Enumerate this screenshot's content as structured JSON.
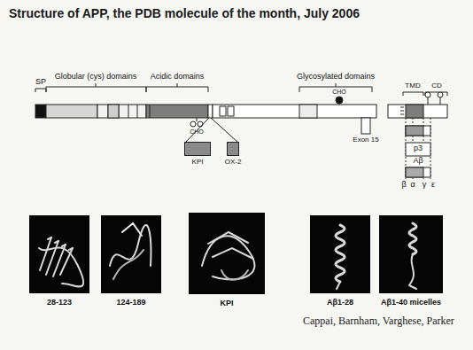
{
  "diagram": {
    "title": "Structure of APP, the PDB molecule of the month, July 2006",
    "caption": "Cappai, Barnham, Varghese, Parker",
    "nodes": [
      {
        "text": [
          "KPI"
        ]
      },
      {
        "text": [
          "OX-2"
        ]
      },
      {
        "text": [
          "28-123"
        ]
      },
      {
        "text": [
          "124-189"
        ]
      },
      {
        "text": [
          "KPI"
        ]
      },
      {
        "text": [
          "Aβ1-28"
        ]
      },
      {
        "text": [
          "Aβ1-40 micelles"
        ]
      }
    ],
    "labels": [
      "SP",
      "Globular (cys) domains",
      "Acidic domains",
      "CHO",
      "Glycosylated domains",
      "CHO",
      "TMD",
      "CD",
      "Exon 15",
      "p3",
      "Aβ",
      "β",
      "α",
      "γ",
      "ε"
    ]
  }
}
